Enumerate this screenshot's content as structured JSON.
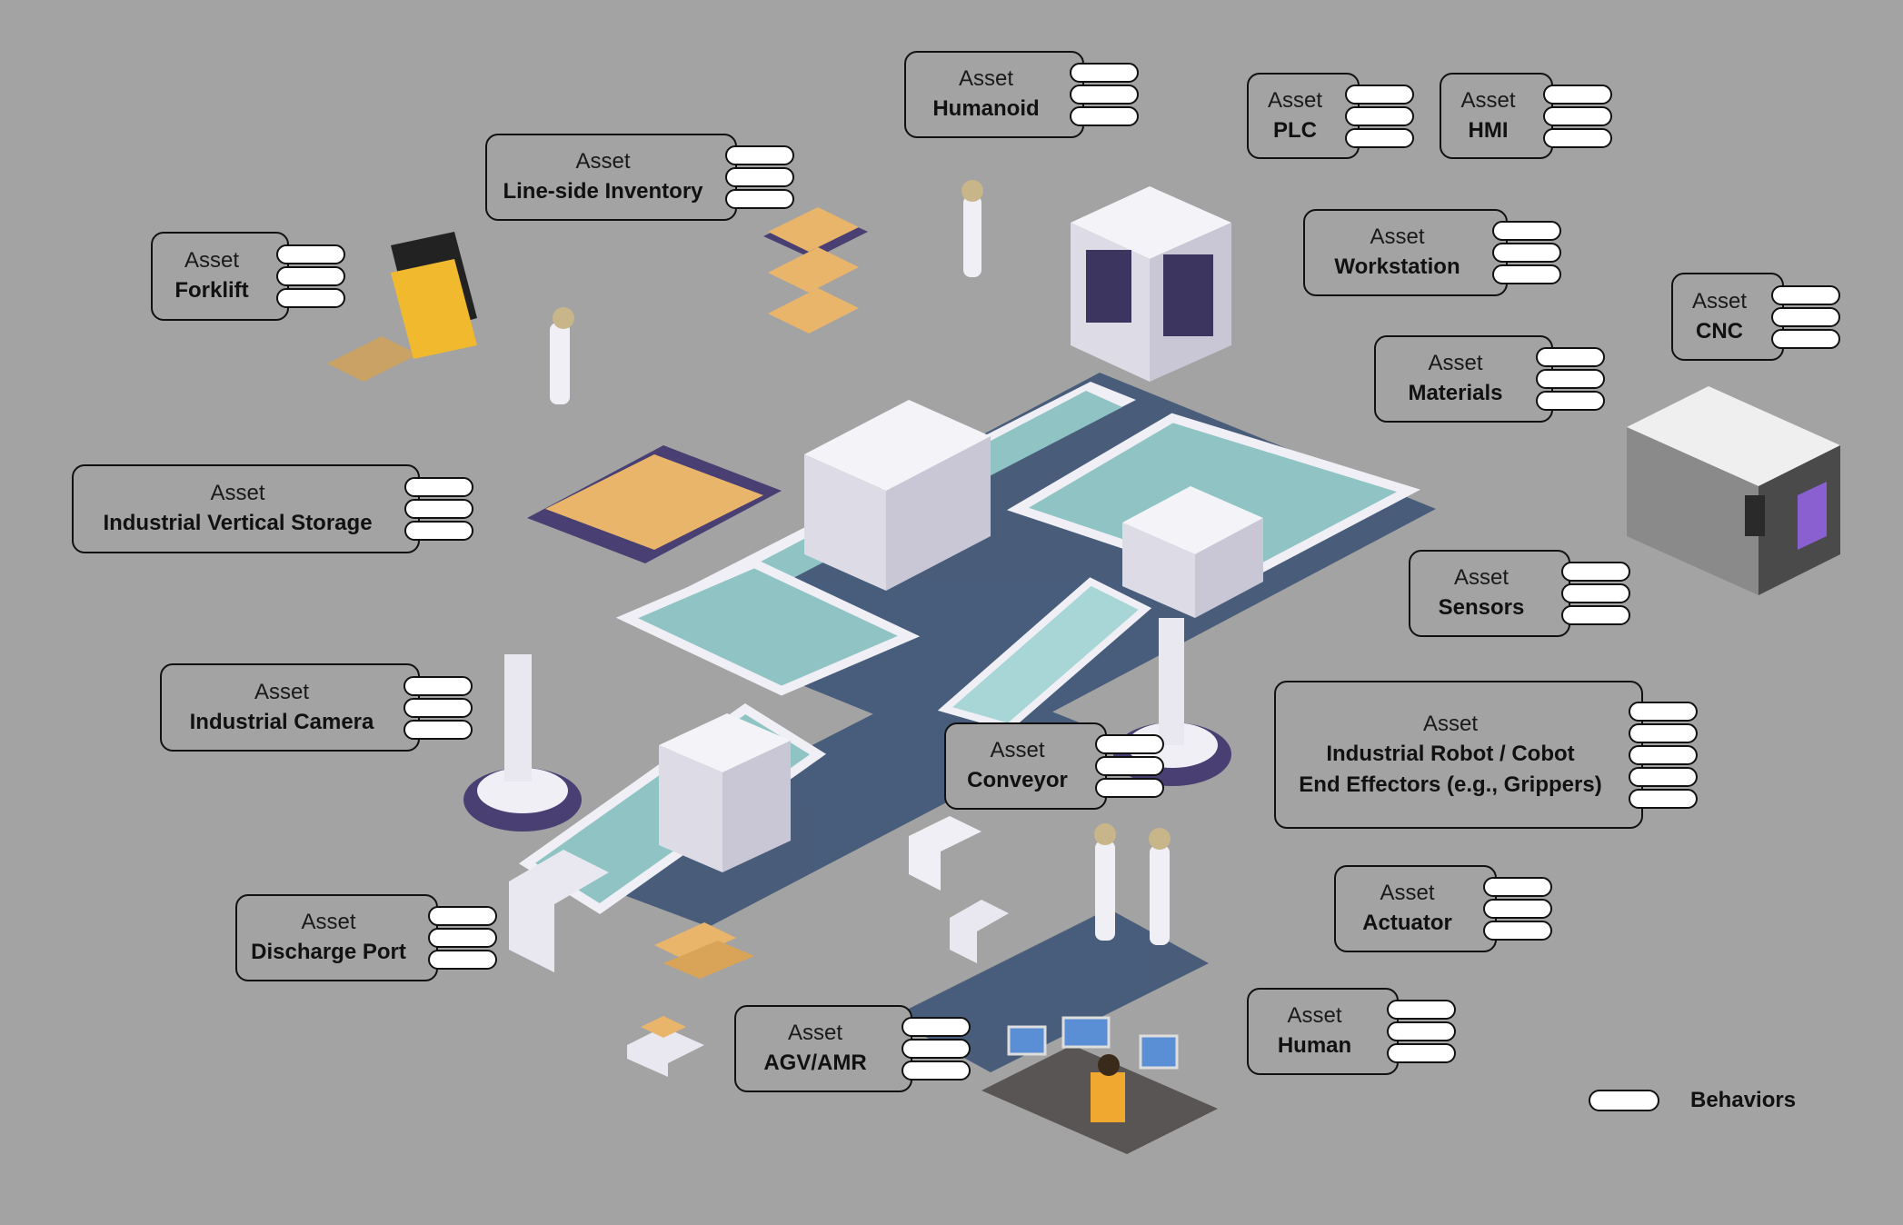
{
  "diagram": {
    "asset_prefix": "Asset",
    "assets": [
      {
        "id": "humanoid",
        "name": "Humanoid",
        "behavior_slots": 3
      },
      {
        "id": "plc",
        "name": "PLC",
        "behavior_slots": 3
      },
      {
        "id": "hmi",
        "name": "HMI",
        "behavior_slots": 3
      },
      {
        "id": "line-side-inventory",
        "name": "Line-side Inventory",
        "behavior_slots": 3
      },
      {
        "id": "workstation",
        "name": "Workstation",
        "behavior_slots": 3
      },
      {
        "id": "forklift",
        "name": "Forklift",
        "behavior_slots": 3
      },
      {
        "id": "cnc",
        "name": "CNC",
        "behavior_slots": 3
      },
      {
        "id": "materials",
        "name": "Materials",
        "behavior_slots": 3
      },
      {
        "id": "industrial-vertical-storage",
        "name": "Industrial Vertical Storage",
        "behavior_slots": 3
      },
      {
        "id": "sensors",
        "name": "Sensors",
        "behavior_slots": 3
      },
      {
        "id": "industrial-camera",
        "name": "Industrial Camera",
        "behavior_slots": 3
      },
      {
        "id": "conveyor",
        "name": "Conveyor",
        "behavior_slots": 3
      },
      {
        "id": "industrial-robot",
        "name": "Industrial Robot / Cobot",
        "name_line2": "End Effectors (e.g., Grippers)",
        "behavior_slots": 5
      },
      {
        "id": "actuator",
        "name": "Actuator",
        "behavior_slots": 3
      },
      {
        "id": "discharge-port",
        "name": "Discharge Port",
        "behavior_slots": 3
      },
      {
        "id": "human",
        "name": "Human",
        "behavior_slots": 3
      },
      {
        "id": "agv-amr",
        "name": "AGV/AMR",
        "behavior_slots": 3
      }
    ],
    "legend": {
      "label": "Behaviors"
    }
  },
  "colors": {
    "background": "#a3a3a3",
    "conveyor": "#8fc3c4",
    "machine": "#e9e8f0",
    "shadow": "#3f5577",
    "box": "#e8b56b",
    "accent": "#4a3f73"
  }
}
